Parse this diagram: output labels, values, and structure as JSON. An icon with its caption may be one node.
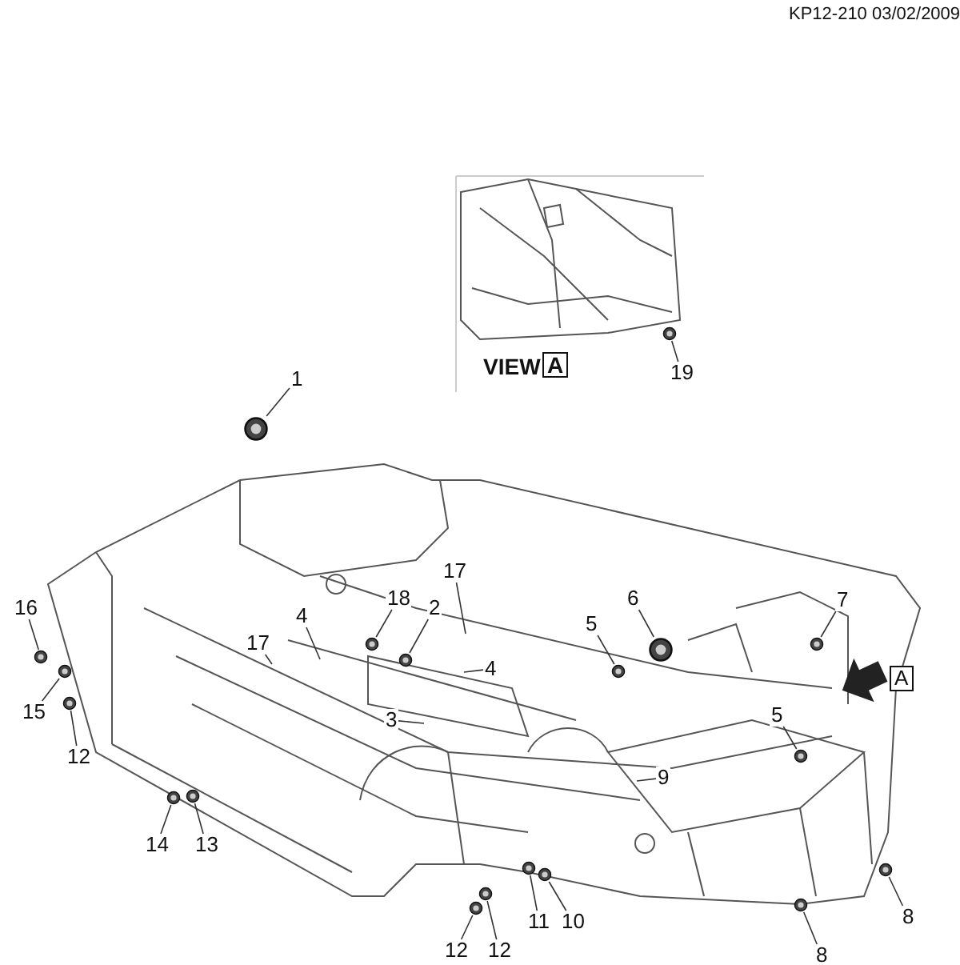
{
  "diagram": {
    "nodes": [
      {
        "text": [
          "1"
        ]
      },
      {
        "text": [],
        "shape": "circle"
      },
      {
        "text": [
          "19"
        ]
      },
      {
        "text": [],
        "shape": "circle"
      },
      {
        "text": [
          "17"
        ]
      },
      {
        "text": [
          "6"
        ]
      },
      {
        "text": [],
        "shape": "circle"
      },
      {
        "text": [
          "7"
        ]
      },
      {
        "text": [],
        "shape": "circle"
      },
      {
        "text": [
          "18"
        ]
      },
      {
        "text": [],
        "shape": "circle"
      },
      {
        "text": [
          "2"
        ]
      },
      {
        "text": [],
        "shape": "circle"
      },
      {
        "text": [
          "16"
        ]
      },
      {
        "text": [],
        "shape": "circle"
      },
      {
        "text": [
          "4"
        ]
      },
      {
        "text": [
          "5"
        ]
      },
      {
        "text": [],
        "shape": "circle"
      },
      {
        "text": [
          "17"
        ]
      },
      {
        "text": [
          "4"
        ]
      },
      {
        "text": [],
        "shape": "circle"
      },
      {
        "text": [
          "15"
        ]
      },
      {
        "text": [
          "12"
        ]
      },
      {
        "text": [],
        "shape": "circle"
      },
      {
        "text": [
          "5"
        ]
      },
      {
        "text": [],
        "shape": "circle"
      },
      {
        "text": [
          "3"
        ]
      },
      {
        "text": [
          "9"
        ]
      },
      {
        "text": [],
        "shape": "circle"
      },
      {
        "text": [],
        "shape": "circle"
      },
      {
        "text": [
          "14"
        ]
      },
      {
        "text": [
          "13"
        ]
      },
      {
        "text": [],
        "shape": "circle"
      },
      {
        "text": [],
        "shape": "circle"
      },
      {
        "text": [],
        "shape": "circle"
      },
      {
        "text": [],
        "shape": "circle"
      },
      {
        "text": [],
        "shape": "circle"
      },
      {
        "text": [],
        "shape": "circle"
      },
      {
        "text": [
          "8"
        ]
      },
      {
        "text": [
          "11"
        ]
      },
      {
        "text": [
          "10"
        ]
      },
      {
        "text": [
          "12"
        ]
      },
      {
        "text": [
          "12"
        ]
      },
      {
        "text": [
          "8"
        ]
      }
    ],
    "edges": [
      {
        "from": 0,
        "to": 1,
        "arrow": "none"
      },
      {
        "from": 2,
        "to": 3,
        "arrow": "none"
      },
      {
        "from": 4,
        "to": null,
        "arrow": "none"
      },
      {
        "from": 5,
        "to": 6,
        "arrow": "none"
      },
      {
        "from": 7,
        "to": 8,
        "arrow": "none"
      },
      {
        "from": 9,
        "to": 10,
        "arrow": "none"
      },
      {
        "from": 11,
        "to": 12,
        "arrow": "none"
      },
      {
        "from": 13,
        "to": 14,
        "arrow": "none"
      },
      {
        "from": 15,
        "to": null,
        "arrow": "none"
      },
      {
        "from": 16,
        "to": 17,
        "arrow": "none"
      },
      {
        "from": 18,
        "to": null,
        "arrow": "none"
      },
      {
        "from": 19,
        "to": null,
        "arrow": "none"
      },
      {
        "from": 21,
        "to": 20,
        "arrow": "none"
      },
      {
        "from": 22,
        "to": 23,
        "arrow": "none"
      },
      {
        "from": 24,
        "to": 25,
        "arrow": "none"
      },
      {
        "from": 26,
        "to": null,
        "arrow": "none"
      },
      {
        "from": 27,
        "to": null,
        "arrow": "none"
      },
      {
        "from": 30,
        "to": 28,
        "arrow": "none"
      },
      {
        "from": 31,
        "to": 29,
        "arrow": "none"
      },
      {
        "from": 38,
        "to": 34,
        "arrow": "none"
      },
      {
        "from": 39,
        "to": 32,
        "arrow": "none"
      },
      {
        "from": 40,
        "to": 33,
        "arrow": "none"
      },
      {
        "from": 41,
        "to": 36,
        "arrow": "none"
      },
      {
        "from": 42,
        "to": 35,
        "arrow": "none"
      },
      {
        "from": 43,
        "to": 37,
        "arrow": "none"
      }
    ],
    "labels": [
      "KP12-210 03/02/2009",
      "VIEW",
      "A",
      "A"
    ]
  }
}
